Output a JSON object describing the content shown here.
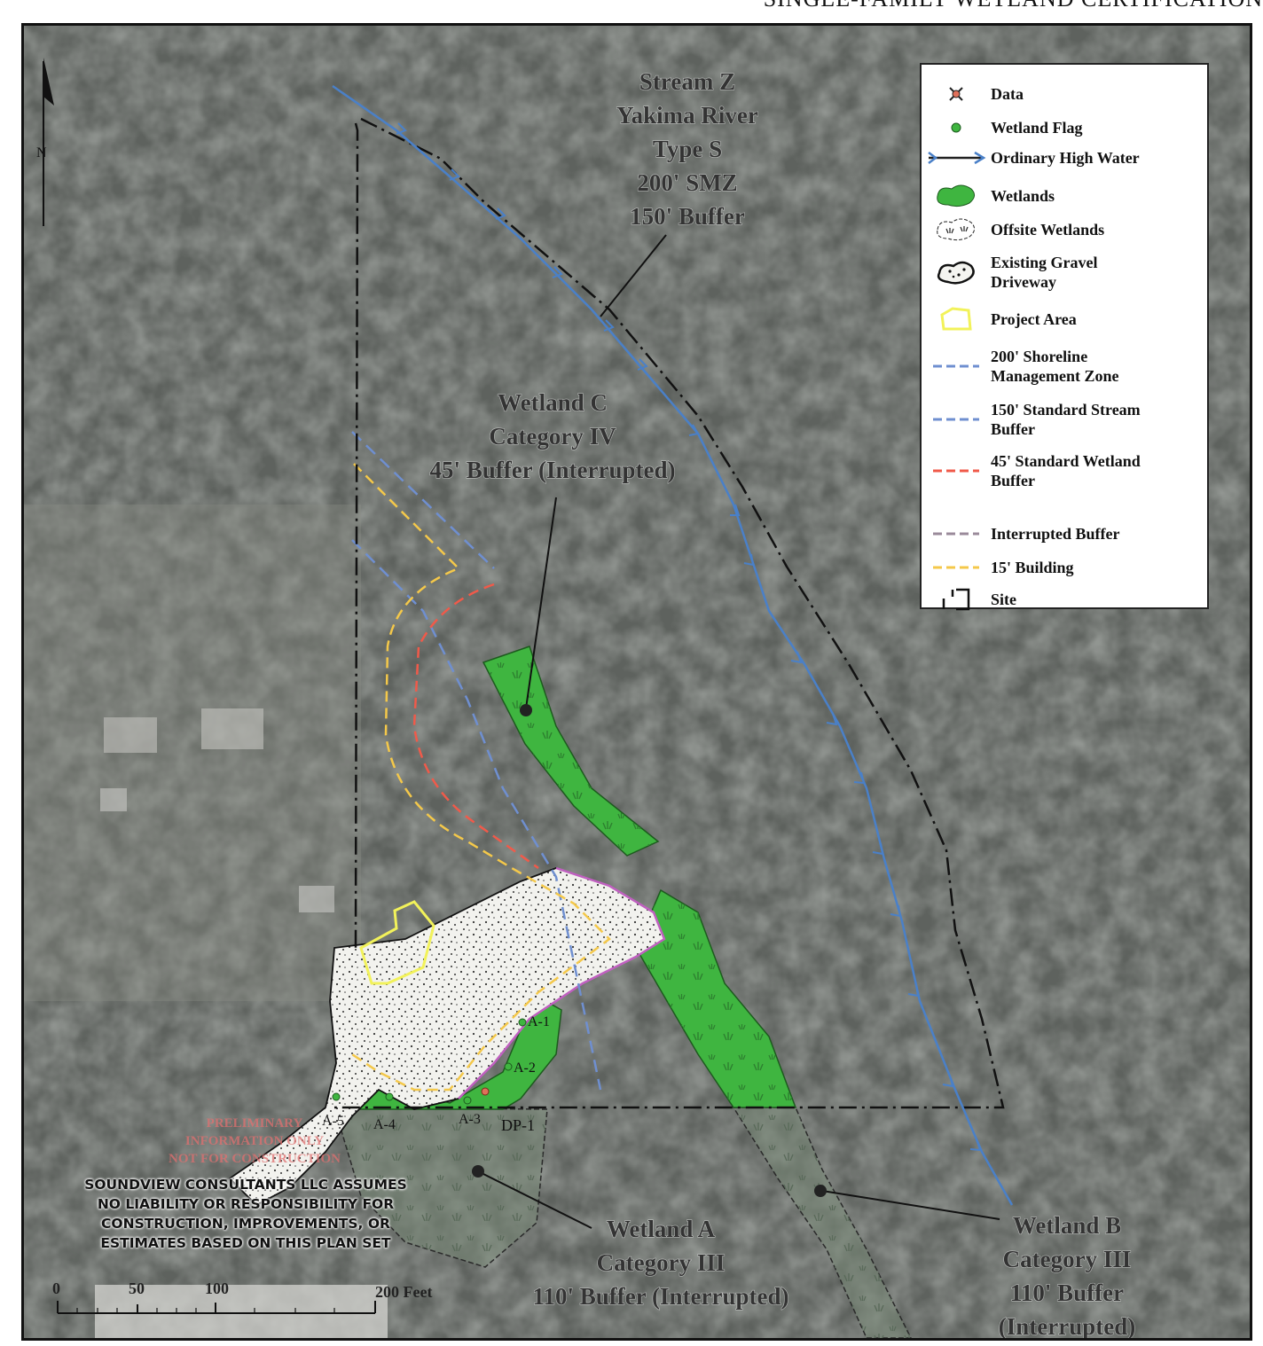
{
  "header": {
    "title": "SINGLE-FAMILY WETLAND CERTIFICATION"
  },
  "north_arrow": {
    "label": "N"
  },
  "stream_label": [
    "Stream Z",
    "Yakima River",
    "Type S",
    "200' SMZ",
    "150' Buffer"
  ],
  "wetland_c_label": [
    "Wetland C",
    "Category IV",
    "45' Buffer (Interrupted)"
  ],
  "wetland_a_label": [
    "Wetland A",
    "Category III",
    "110' Buffer (Interrupted)"
  ],
  "wetland_b_label": [
    "Wetland B",
    "Category III",
    "110' Buffer",
    "(Interrupted)"
  ],
  "flags": [
    "A-1",
    "A-2",
    "A-3",
    "A-4",
    "A-5"
  ],
  "data_point": "DP-1",
  "preliminary": [
    "PRELIMINARY",
    "INFORMATION ONLY",
    "NOT FOR CONSTRUCTION"
  ],
  "disclaimer": [
    "SOUNDVIEW CONSULTANTS LLC ASSUMES",
    "NO LIABILITY OR RESPONSIBILITY FOR",
    "CONSTRUCTION, IMPROVEMENTS, OR",
    "ESTIMATES BASED ON THIS PLAN SET"
  ],
  "scale_bar": {
    "ticks": [
      "0",
      "50",
      "100",
      "200 Feet"
    ]
  },
  "legend": [
    {
      "label": "Data",
      "symbol": "data-icon"
    },
    {
      "label": "Wetland Flag",
      "symbol": "wetland-flag-icon"
    },
    {
      "label": "Ordinary High Water",
      "symbol": "ohw-line-icon"
    },
    {
      "label": "Wetlands",
      "symbol": "wetland-icon"
    },
    {
      "label": "Offsite Wetlands",
      "symbol": "offsite-wetland-icon"
    },
    {
      "label": "Existing Gravel Driveway",
      "symbol": "gravel-icon"
    },
    {
      "label": "Project Area",
      "symbol": "project-area-icon"
    },
    {
      "label": "200' Shoreline Management Zone",
      "symbol": "smz-line-icon"
    },
    {
      "label": "150' Standard Stream Buffer",
      "symbol": "stream-buffer-line-icon"
    },
    {
      "label": "45' Standard Wetland Buffer",
      "symbol": "wetland-buffer-line-icon"
    },
    {
      "label": "Interrupted Buffer",
      "symbol": "interrupted-buffer-line-icon"
    },
    {
      "label": "15' Building",
      "symbol": "building-setback-line-icon"
    },
    {
      "label": "Site",
      "symbol": "site-icon"
    }
  ],
  "colors": {
    "wetland": "#3fb540",
    "ohw": "#4a80c8",
    "smz": "#6f8fd0",
    "wetland_buffer": "#f05a4a",
    "building": "#f4c84a",
    "project_area": "#f2f25a",
    "interrupted": "#c060c0"
  }
}
